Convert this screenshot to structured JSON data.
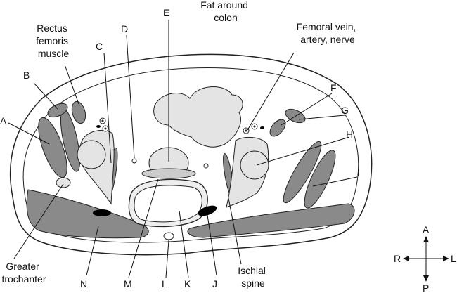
{
  "title": "Pelvic cross-section",
  "labels": {
    "A": "A",
    "B": "B",
    "C": "C",
    "D": "D",
    "E": "E",
    "F": "F",
    "G": "G",
    "H": "H",
    "I": "I",
    "J": "J",
    "K": "K",
    "L": "L",
    "M": "M",
    "N": "N",
    "rectus": [
      "Rectus",
      "femoris",
      "muscle"
    ],
    "fat": [
      "Fat around",
      "colon"
    ],
    "femoral": [
      "Femoral vein,",
      "artery, nerve"
    ],
    "trochanter": [
      "Greater",
      "trochanter"
    ],
    "ischial": [
      "Ischial",
      "spine"
    ]
  },
  "compass": {
    "up": "A",
    "down": "P",
    "left": "R",
    "right": "L"
  },
  "colors": {
    "muscle": "#8a8a8a",
    "fat": "#e4e4e4",
    "line": "#222222"
  }
}
